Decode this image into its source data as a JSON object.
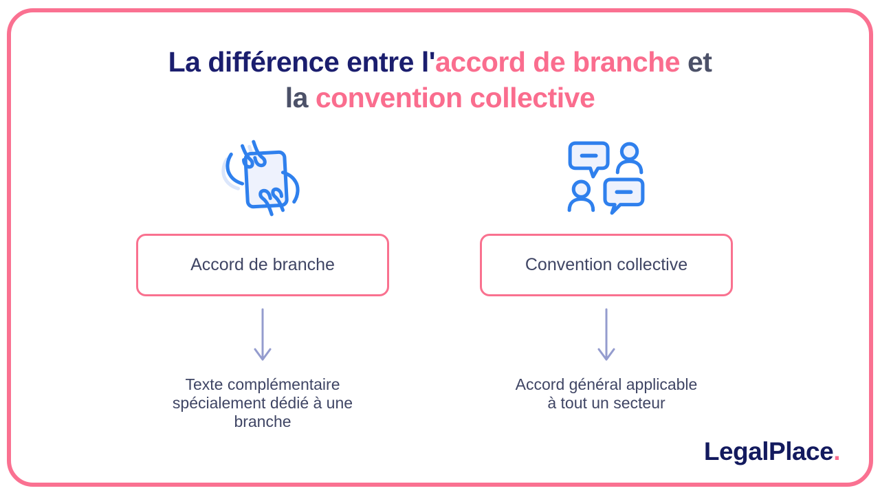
{
  "page": {
    "background": "#ffffff",
    "frame_border_color": "#fa7191"
  },
  "title": {
    "part1": "La différence entre l'",
    "part2": "accord de branche",
    "part3": " et",
    "part4": "la ",
    "part5": "convention collective"
  },
  "columns": [
    {
      "icon": "document-in-hands-icon",
      "box_label": "Accord de branche",
      "description": "Texte complémentaire\nspécialement dédié à une\nbranche"
    },
    {
      "icon": "conversation-icon",
      "box_label": "Convention collective",
      "description": "Accord général applicable\nà tout un secteur"
    }
  ],
  "logo": {
    "text": "LegalPlace",
    "dot": "."
  },
  "colors": {
    "title_navy": "#1b1e6e",
    "title_slate": "#4c5168",
    "accent_pink": "#fa6d8e",
    "box_border_pink": "#f9718f",
    "body_text": "#3f4564",
    "icon_blue": "#2f80ed",
    "icon_fill": "#eef2fd",
    "arrow_lavender": "#949cce",
    "logo_navy": "#131a5e"
  }
}
